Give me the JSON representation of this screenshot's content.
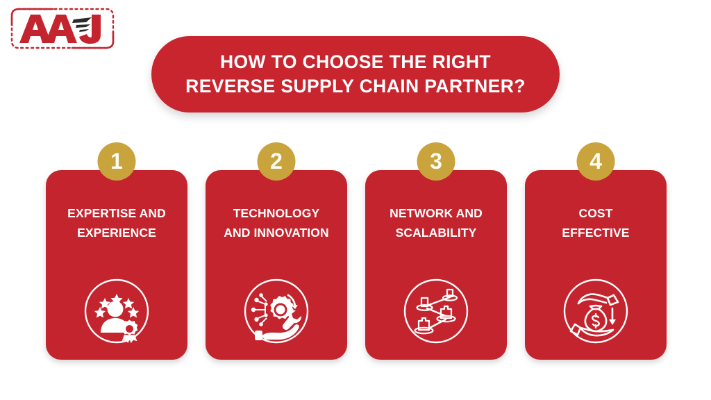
{
  "brand": {
    "logo_text": "AAJ",
    "logo_name": "aaj-logo"
  },
  "colors": {
    "card_red": "#C4242E",
    "banner_red": "#C9252F",
    "badge_gold": "#C9A33C",
    "text_white": "#FFFFFF",
    "background": "#FFFFFF"
  },
  "title": {
    "line1": "HOW TO CHOOSE THE RIGHT",
    "line2": "REVERSE SUPPLY CHAIN PARTNER?"
  },
  "cards": [
    {
      "number": "1",
      "title_line1": "EXPERTISE AND",
      "title_line2": "EXPERIENCE",
      "icon": "expertise-person-stars-award-icon"
    },
    {
      "number": "2",
      "title_line1": "TECHNOLOGY",
      "title_line2": "AND INNOVATION",
      "icon": "technology-hand-gear-wrench-icon"
    },
    {
      "number": "3",
      "title_line1": "NETWORK AND",
      "title_line2": "SCALABILITY",
      "icon": "network-connected-nodes-icon"
    },
    {
      "number": "4",
      "title_line1": "COST",
      "title_line2": "EFFECTIVE",
      "icon": "cost-hands-money-bag-arrow-icon"
    }
  ]
}
